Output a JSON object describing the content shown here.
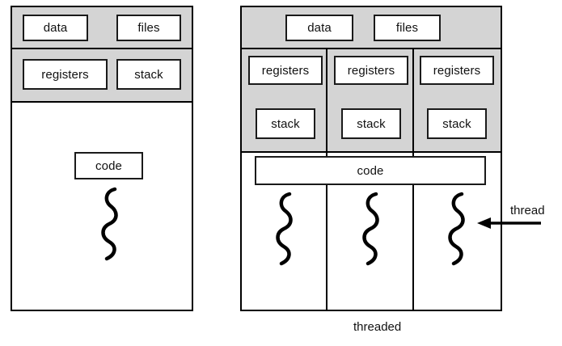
{
  "diagram": {
    "title": "single-threaded and multithreaded process memory layout",
    "colors": {
      "gray_band": "#d4d4d4",
      "outline": "#000000",
      "box_fill": "#ffffff",
      "text": "#111111"
    },
    "single_threaded_process": {
      "caption": "",
      "top_band_boxes": [
        {
          "label": "data"
        },
        {
          "label": "files"
        }
      ],
      "context_band_boxes": [
        {
          "label": "registers"
        },
        {
          "label": "stack"
        }
      ],
      "code_box": {
        "label": "code"
      },
      "threads": [
        {
          "name": "thread-squiggle"
        }
      ]
    },
    "multithreaded_process": {
      "caption": "threaded",
      "top_band_boxes": [
        {
          "label": "data"
        },
        {
          "label": "files"
        }
      ],
      "columns": [
        {
          "registers": "registers",
          "stack": "stack"
        },
        {
          "registers": "registers",
          "stack": "stack"
        },
        {
          "registers": "registers",
          "stack": "stack"
        }
      ],
      "code_box": {
        "label": "code"
      },
      "threads": [
        {
          "name": "thread-squiggle"
        },
        {
          "name": "thread-squiggle"
        },
        {
          "name": "thread-squiggle"
        }
      ],
      "annotation": {
        "label": "thread",
        "points_to": "rightmost thread squiggle"
      }
    }
  }
}
